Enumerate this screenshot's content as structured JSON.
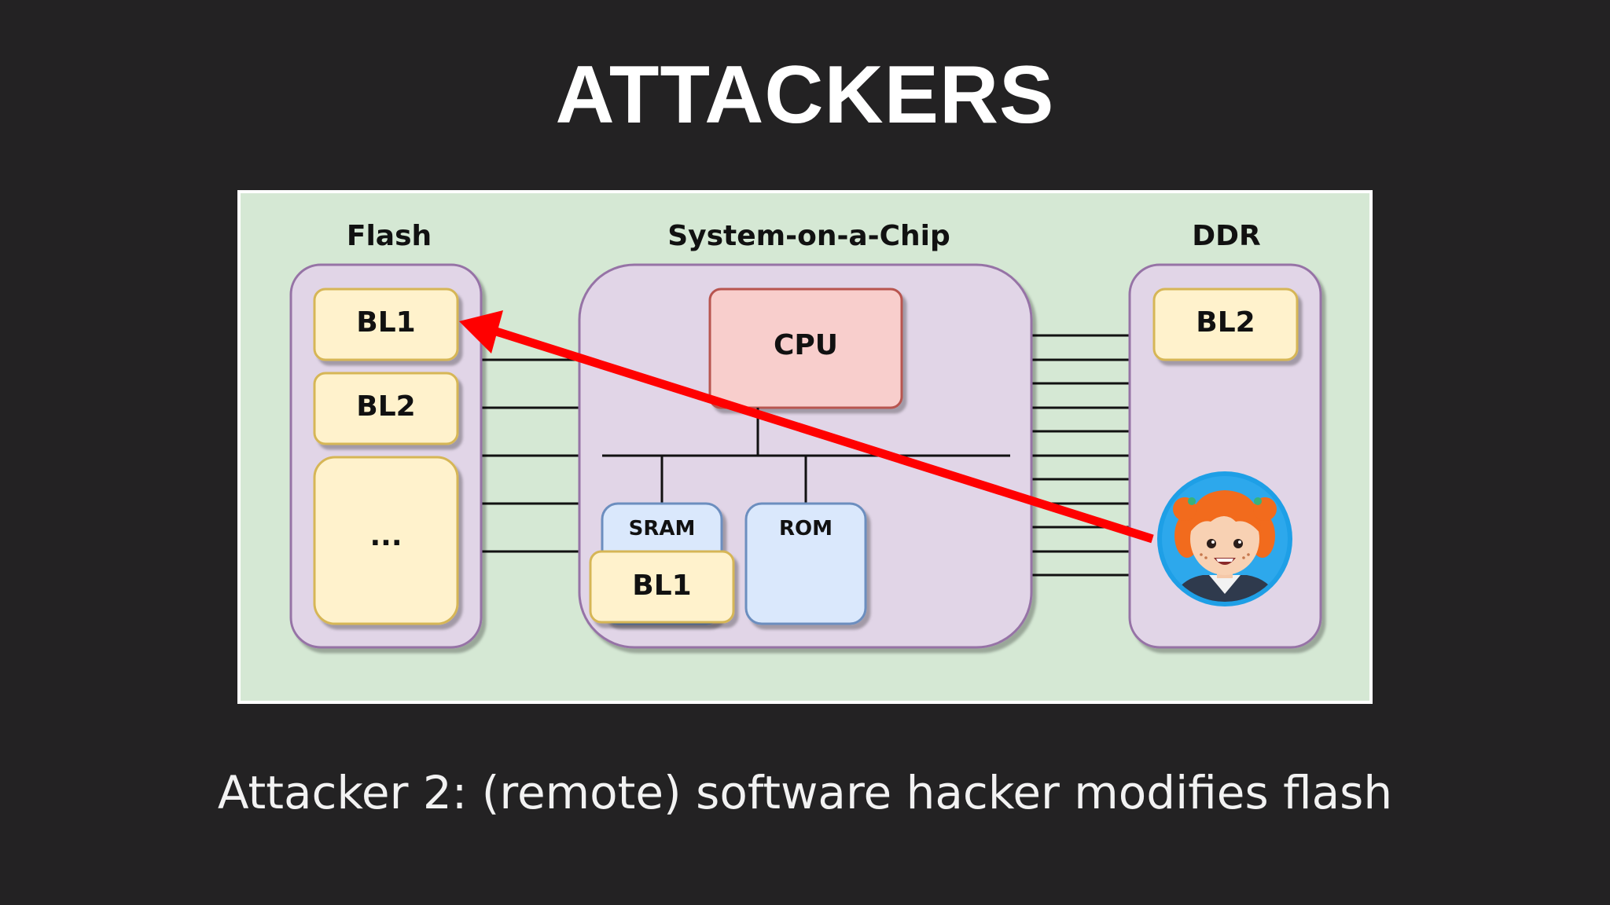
{
  "slide": {
    "title": "ATTACKERS",
    "caption": "Attacker 2: (remote) software hacker modifies flash"
  },
  "diagram": {
    "flash": {
      "label": "Flash",
      "blocks": [
        "BL1",
        "BL2",
        "..."
      ]
    },
    "soc": {
      "label": "System-on-a-Chip",
      "cpu": "CPU",
      "sram": "SRAM",
      "sram_content": "BL1",
      "rom": "ROM"
    },
    "ddr": {
      "label": "DDR",
      "blocks": [
        "BL2"
      ]
    },
    "colors": {
      "panel": "#d5e8d4",
      "container": "#e1d5e7",
      "container_border": "#9673a6",
      "block": "#fff2cc",
      "block_border": "#d6b656",
      "cpu": "#f8cecc",
      "cpu_border": "#b85450",
      "memory": "#dae8fc",
      "memory_border": "#6c8ebf",
      "arrow": "#ff0000"
    },
    "icons": [
      "attacker-avatar-icon",
      "red-arrow-icon"
    ]
  }
}
